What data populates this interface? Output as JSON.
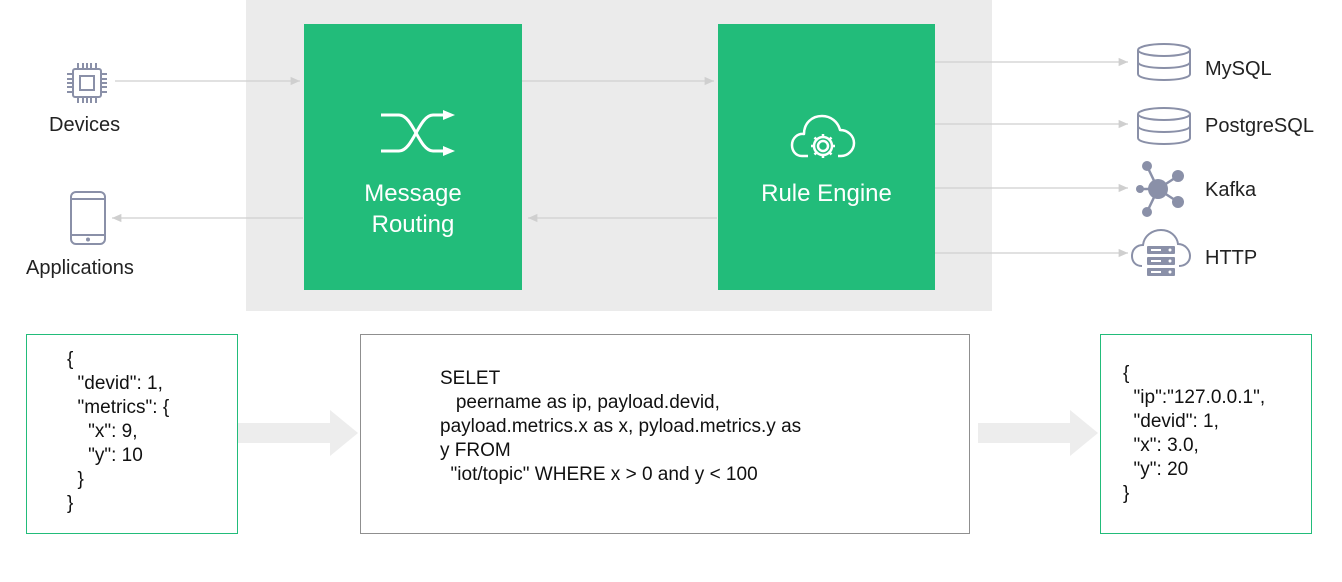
{
  "sources": {
    "devices_label": "Devices",
    "applications_label": "Applications"
  },
  "boxes": {
    "message_routing_line1": "Message",
    "message_routing_line2": "Routing",
    "rule_engine_label": "Rule Engine"
  },
  "sinks": [
    {
      "label": "MySQL",
      "icon": "database-icon"
    },
    {
      "label": "PostgreSQL",
      "icon": "database-icon"
    },
    {
      "label": "Kafka",
      "icon": "kafka-icon"
    },
    {
      "label": "HTTP",
      "icon": "cloud-server-icon"
    }
  ],
  "input_json": "{\n  \"devid\": 1,\n  \"metrics\": {\n    \"x\": 9,\n    \"y\": 10\n  }\n}",
  "sql_query": "SELET\n   peername as ip, payload.devid,\npayload.metrics.x as x, pyload.metrics.y as\ny FROM\n  \"iot/topic\" WHERE x > 0 and y < 100",
  "output_json": "{\n  \"ip\":\"127.0.0.1\",\n  \"devid\": 1,\n  \"x\": 3.0,\n  \"y\": 20\n}",
  "colors": {
    "brand_green": "#22bc7a",
    "panel_gray": "#ebebeb",
    "connector_gray": "#cfcfcf",
    "icon_gray": "#8a90a8"
  }
}
